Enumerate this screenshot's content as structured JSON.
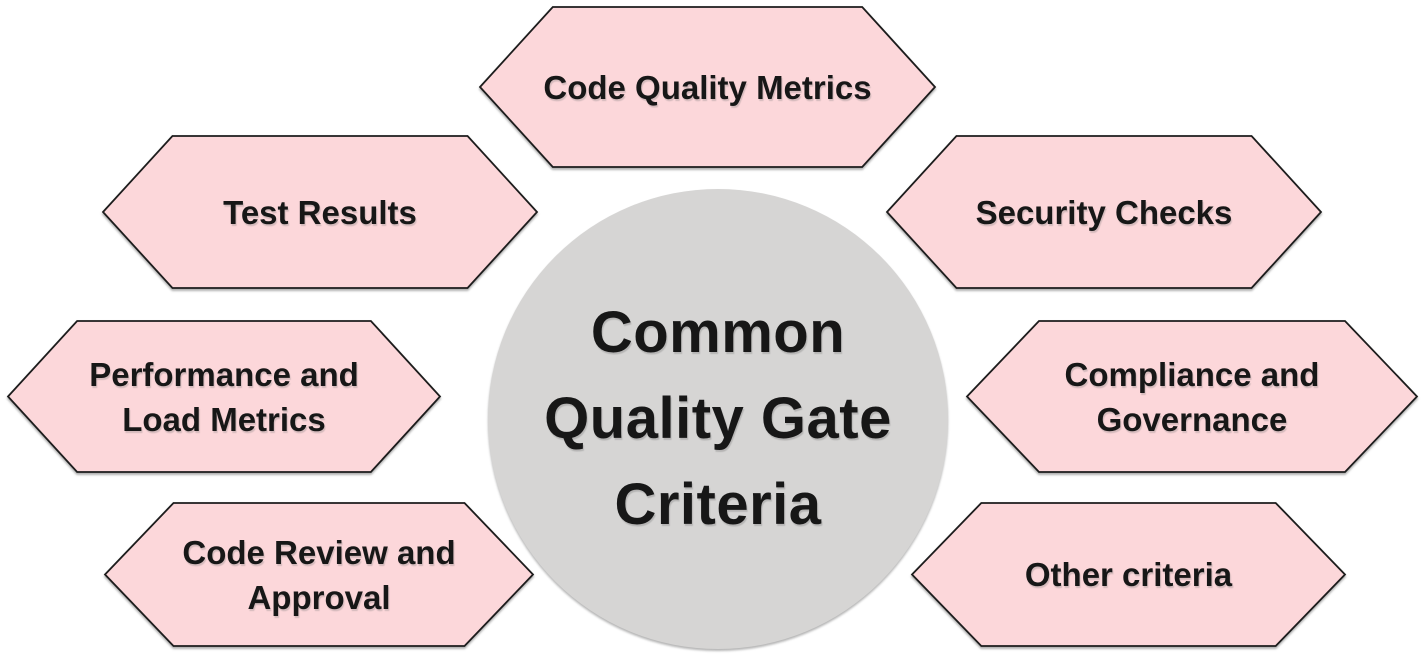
{
  "diagram": {
    "center": {
      "label": "Common\nQuality Gate\nCriteria",
      "fill": "#d6d5d4",
      "text_color": "#171717"
    },
    "style": {
      "hexagon_fill": "#fcd7da",
      "hexagon_border": "#1c1c1c",
      "label_color": "#171717",
      "background": "#ffffff"
    },
    "nodes": [
      {
        "id": "code-quality-metrics",
        "label": "Code Quality Metrics"
      },
      {
        "id": "test-results",
        "label": "Test Results"
      },
      {
        "id": "security-checks",
        "label": "Security Checks"
      },
      {
        "id": "performance-and-load-metrics",
        "label": "Performance and\nLoad Metrics"
      },
      {
        "id": "compliance-and-governance",
        "label": "Compliance and\nGovernance"
      },
      {
        "id": "code-review-and-approval",
        "label": "Code Review and\nApproval"
      },
      {
        "id": "other-criteria",
        "label": "Other criteria"
      }
    ]
  }
}
